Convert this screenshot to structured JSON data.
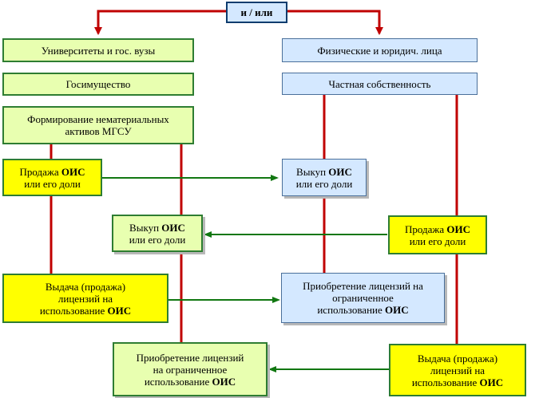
{
  "top": {
    "label": "и / или"
  },
  "left": {
    "header": "Университеты и гос. вузы",
    "property": "Госимущество",
    "forming_line1": "Формирование нематериальных",
    "forming_line2": "активов МГСУ",
    "sale_line1_pre": "Продажа ",
    "sale_line1_bold": "ОИС",
    "sale_line2": "или его доли",
    "buyout_line1_pre": "Выкуп ",
    "buyout_line1_bold": "ОИС",
    "buyout_line2": "или его доли",
    "license_issue_line1": "Выдача (продажа)",
    "license_issue_line2": "лицензий на",
    "license_issue_line3_pre": "использование ",
    "license_issue_line3_bold": "ОИС",
    "license_acq_line1": "Приобретение лицензий",
    "license_acq_line2": "на ограниченное",
    "license_acq_line3_pre": "использование ",
    "license_acq_line3_bold": "ОИС"
  },
  "right": {
    "header": "Физические и юридич. лица",
    "property": "Частная собственность",
    "buyout_line1_pre": "Выкуп ",
    "buyout_line1_bold": "ОИС",
    "buyout_line2": "или его доли",
    "sale_line1_pre": "Продажа ",
    "sale_line1_bold": "ОИС",
    "sale_line2": "или его доли",
    "license_acq_line1": "Приобретение лицензий на",
    "license_acq_line2": "ограниченное",
    "license_acq_line3_pre": "использование ",
    "license_acq_line3_bold": "ОИС",
    "license_issue_line1": "Выдача (продажа)",
    "license_issue_line2": "лицензий на",
    "license_issue_line3_pre": "использование ",
    "license_issue_line3_bold": "ОИС"
  },
  "colors": {
    "red_connector": "#c00000",
    "green_arrow": "#117711",
    "left_box_fill": "#e8ffb0",
    "yellow_box_fill": "#ffff00",
    "right_box_fill": "#d4e8ff"
  }
}
